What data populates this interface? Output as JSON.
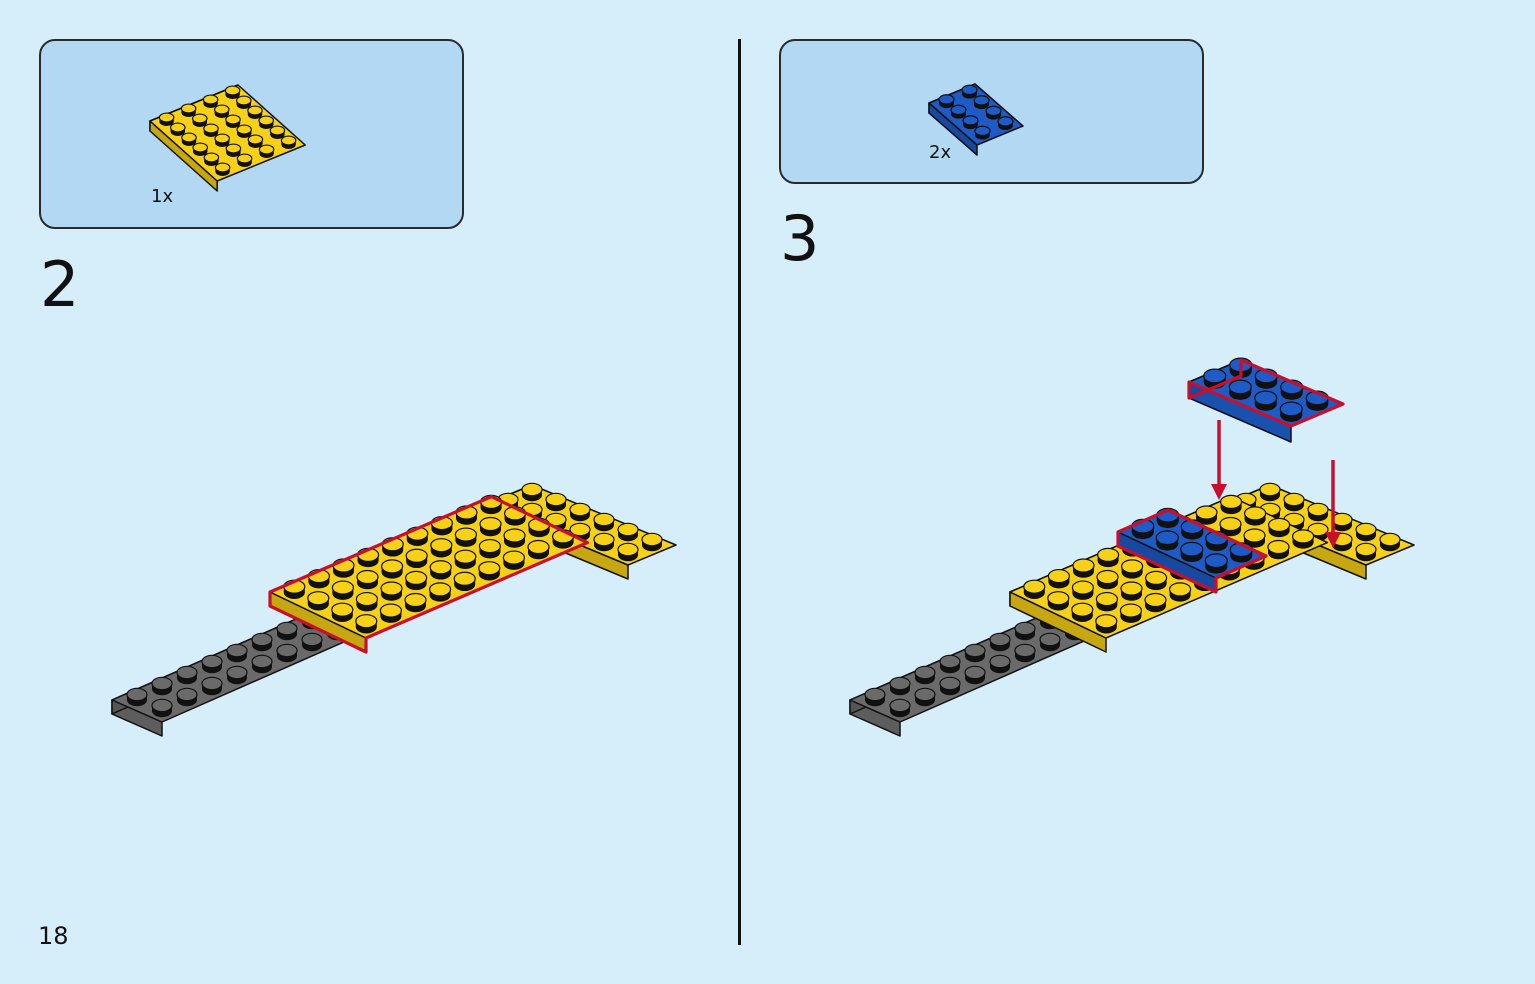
{
  "page": {
    "number": "18"
  },
  "colors": {
    "background": "#d6edfa",
    "parts_box": "#b3d8f4",
    "yellow": "#f7d117",
    "blue": "#1e5bc6",
    "dark_gray": "#6a6a6a",
    "highlight": "#c8102e"
  },
  "steps": [
    {
      "number": "2",
      "parts": [
        {
          "quantity": "1x",
          "brick": "yellow-plate-4x6-icon"
        }
      ]
    },
    {
      "number": "3",
      "parts": [
        {
          "quantity": "2x",
          "brick": "blue-plate-2x4-icon"
        }
      ]
    }
  ]
}
